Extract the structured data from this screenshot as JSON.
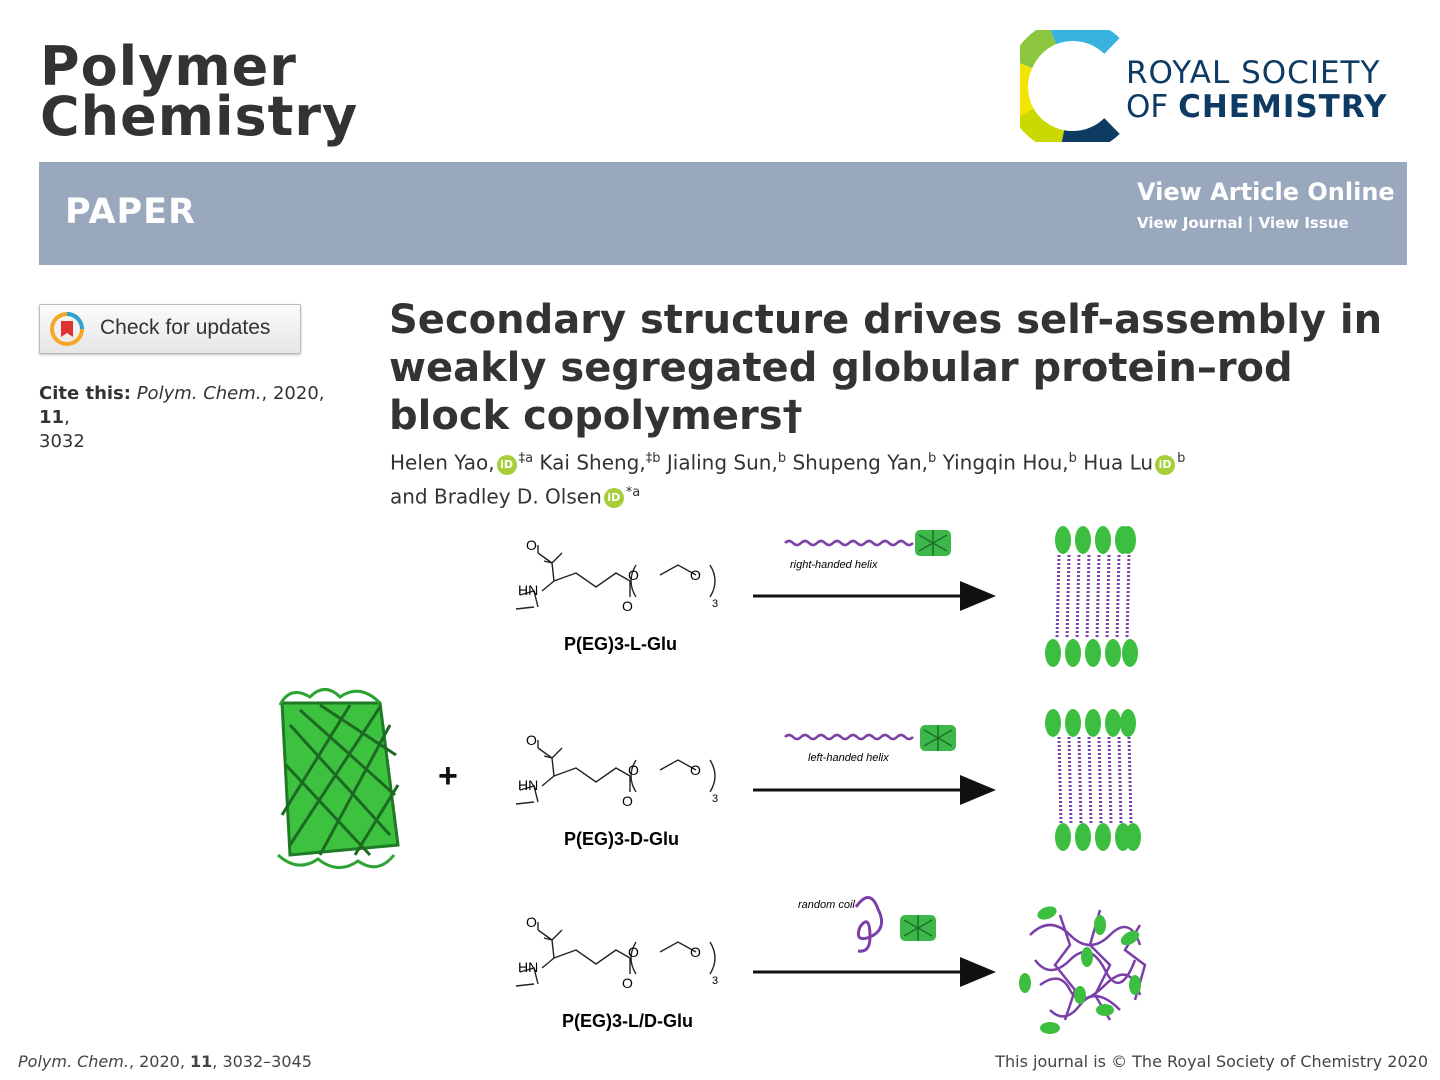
{
  "journal": {
    "line1": "Polymer",
    "line2": "Chemistry"
  },
  "publisher": {
    "line1": "ROYAL SOCIETY",
    "line2_prefix": "OF ",
    "line2_bold": "CHEMISTRY"
  },
  "banner": {
    "article_type": "PAPER",
    "view_online": "View Article Online",
    "view_journal": "View Journal",
    "separator": " | ",
    "view_issue": "View Issue"
  },
  "updates": {
    "label": "Check for updates"
  },
  "cite": {
    "label": "Cite this:",
    "journal": "Polym. Chem.",
    "year": ", 2020, ",
    "volume": "11",
    "pages_sep": ",",
    "pages": "3032"
  },
  "article": {
    "title": "Secondary structure drives self-assembly in weakly segregated globular protein–rod block copolymers†",
    "authors": [
      {
        "name": "Helen Yao,",
        "orcid": true,
        "aff": "‡a"
      },
      {
        "name": " Kai Sheng,",
        "orcid": false,
        "aff": "‡b"
      },
      {
        "name": " Jialing Sun,",
        "orcid": false,
        "aff": "b"
      },
      {
        "name": " Shupeng Yan,",
        "orcid": false,
        "aff": "b"
      },
      {
        "name": " Yingqin Hou,",
        "orcid": false,
        "aff": "b"
      },
      {
        "name": " Hua Lu",
        "orcid": true,
        "aff": "b"
      }
    ],
    "last_author_prefix": "and Bradley D. Olsen",
    "last_author_aff": "*a",
    "orcid_glyph": "iD"
  },
  "figure": {
    "labels": {
      "row1": "P(EG)3-L-Glu",
      "row2": "P(EG)3-D-Glu",
      "row3": "P(EG)3-L/D-Glu",
      "helix1": "right-handed helix",
      "helix2": "left-handed helix",
      "coil": "random coil",
      "plus": "+",
      "O": "O",
      "HN": "HN",
      "three": "3"
    },
    "colors": {
      "protein": "#44c244",
      "polymer": "#7a3fa8",
      "arrow": "#111111"
    }
  },
  "footer": {
    "left_journal": "Polym. Chem.",
    "left_rest": ", 2020, ",
    "left_volume": "11",
    "left_pages": ", 3032–3045",
    "right": "This journal is © The Royal Society of Chemistry 2020"
  }
}
